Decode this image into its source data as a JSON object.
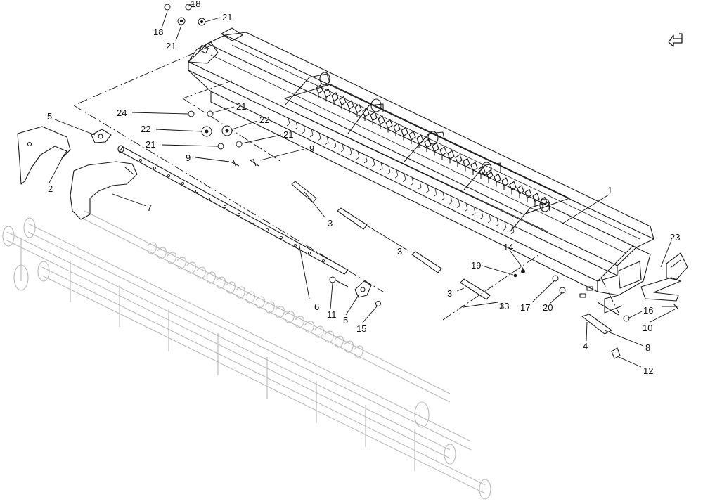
{
  "diagram": {
    "callouts": [
      {
        "id": "c18a",
        "text": "18"
      },
      {
        "id": "c18b",
        "text": "18"
      },
      {
        "id": "c21a",
        "text": "21"
      },
      {
        "id": "c21b",
        "text": "21"
      },
      {
        "id": "c24",
        "text": "24"
      },
      {
        "id": "c21c",
        "text": "21"
      },
      {
        "id": "c22a",
        "text": "22"
      },
      {
        "id": "c22b",
        "text": "22"
      },
      {
        "id": "c21d",
        "text": "21"
      },
      {
        "id": "c21e",
        "text": "21"
      },
      {
        "id": "c9a",
        "text": "9"
      },
      {
        "id": "c9b",
        "text": "9"
      },
      {
        "id": "c5a",
        "text": "5"
      },
      {
        "id": "c2",
        "text": "2"
      },
      {
        "id": "c7",
        "text": "7"
      },
      {
        "id": "c1",
        "text": "1"
      },
      {
        "id": "c3a",
        "text": "3"
      },
      {
        "id": "c3b",
        "text": "3"
      },
      {
        "id": "c3c",
        "text": "3"
      },
      {
        "id": "c3d",
        "text": "3"
      },
      {
        "id": "c23",
        "text": "23"
      },
      {
        "id": "c14",
        "text": "14"
      },
      {
        "id": "c19",
        "text": "19"
      },
      {
        "id": "c6",
        "text": "6"
      },
      {
        "id": "c11",
        "text": "11"
      },
      {
        "id": "c5b",
        "text": "5"
      },
      {
        "id": "c15",
        "text": "15"
      },
      {
        "id": "c13",
        "text": "13"
      },
      {
        "id": "c17",
        "text": "17"
      },
      {
        "id": "c20",
        "text": "20"
      },
      {
        "id": "c16",
        "text": "16"
      },
      {
        "id": "c10",
        "text": "10"
      },
      {
        "id": "c8",
        "text": "8"
      },
      {
        "id": "c4",
        "text": "4"
      },
      {
        "id": "c12",
        "text": "12"
      }
    ],
    "nav_icon": "return-arrow-icon"
  }
}
